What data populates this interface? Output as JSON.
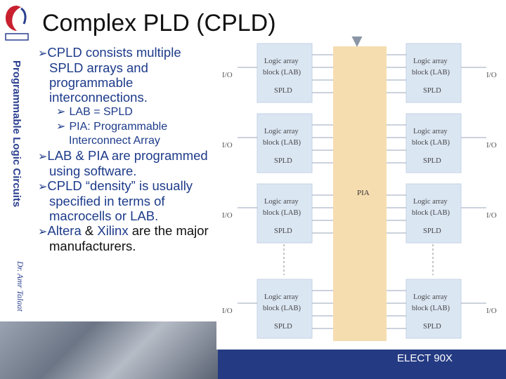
{
  "slide": {
    "title": "Complex PLD (CPLD)",
    "sidebar_title": "Programmable Logic Circuits",
    "author": "Dr. Amr Talaat",
    "footer": "ELECT 90X"
  },
  "bullets": [
    {
      "level": 1,
      "text": "CPLD consists multiple SPLD arrays and programmable interconnections."
    },
    {
      "level": 2,
      "text": "LAB = SPLD"
    },
    {
      "level": 2,
      "text": "PIA: Programmable Interconnect Array"
    },
    {
      "level": 1,
      "text": "LAB & PIA are programmed using software."
    },
    {
      "level": 1,
      "text": "CPLD “density” is usually specified in terms of macrocells or LAB."
    },
    {
      "level": 1,
      "pre": "Altera",
      "mid": " & ",
      "post": "Xilinx",
      "tail": " are the major manufacturers."
    }
  ],
  "diagram": {
    "lab_label_line1": "Logic array",
    "lab_label_line2": "block (LAB)",
    "spld_label": "SPLD",
    "pia_label": "PIA",
    "io_label": "I/O"
  },
  "colors": {
    "lab_fill": "#dbe6f3",
    "pia_fill": "#f6ddb0",
    "accent_blue": "#1d3b8a",
    "footer_bg": "#243a82"
  }
}
